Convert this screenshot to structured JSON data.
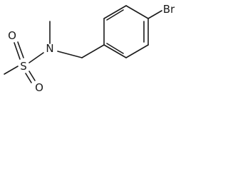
{
  "molecule": {
    "atoms": {
      "bromine": "Br",
      "nitrogen": "N",
      "sulfur": "S",
      "oxygen_1": "O",
      "oxygen_2": "O"
    }
  }
}
